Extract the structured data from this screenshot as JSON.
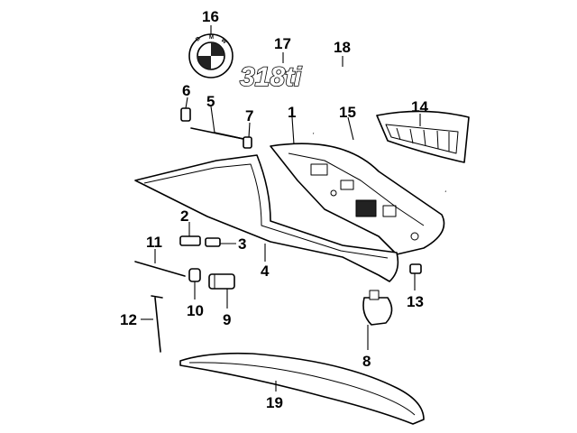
{
  "emblem": {
    "brand_letters": [
      "B",
      "M",
      "W"
    ]
  },
  "badge": {
    "text": "318ti"
  },
  "callouts": [
    {
      "id": "c1",
      "label": "1"
    },
    {
      "id": "c2",
      "label": "2"
    },
    {
      "id": "c3",
      "label": "3"
    },
    {
      "id": "c4",
      "label": "4"
    },
    {
      "id": "c5",
      "label": "5"
    },
    {
      "id": "c6",
      "label": "6"
    },
    {
      "id": "c7",
      "label": "7"
    },
    {
      "id": "c8",
      "label": "8"
    },
    {
      "id": "c9",
      "label": "9"
    },
    {
      "id": "c10",
      "label": "10"
    },
    {
      "id": "c11",
      "label": "11"
    },
    {
      "id": "c12",
      "label": "12"
    },
    {
      "id": "c13",
      "label": "13"
    },
    {
      "id": "c14",
      "label": "14"
    },
    {
      "id": "c15",
      "label": "15"
    },
    {
      "id": "c16",
      "label": "16"
    },
    {
      "id": "c17",
      "label": "17"
    },
    {
      "id": "c18",
      "label": "18"
    },
    {
      "id": "c19",
      "label": "19"
    }
  ]
}
